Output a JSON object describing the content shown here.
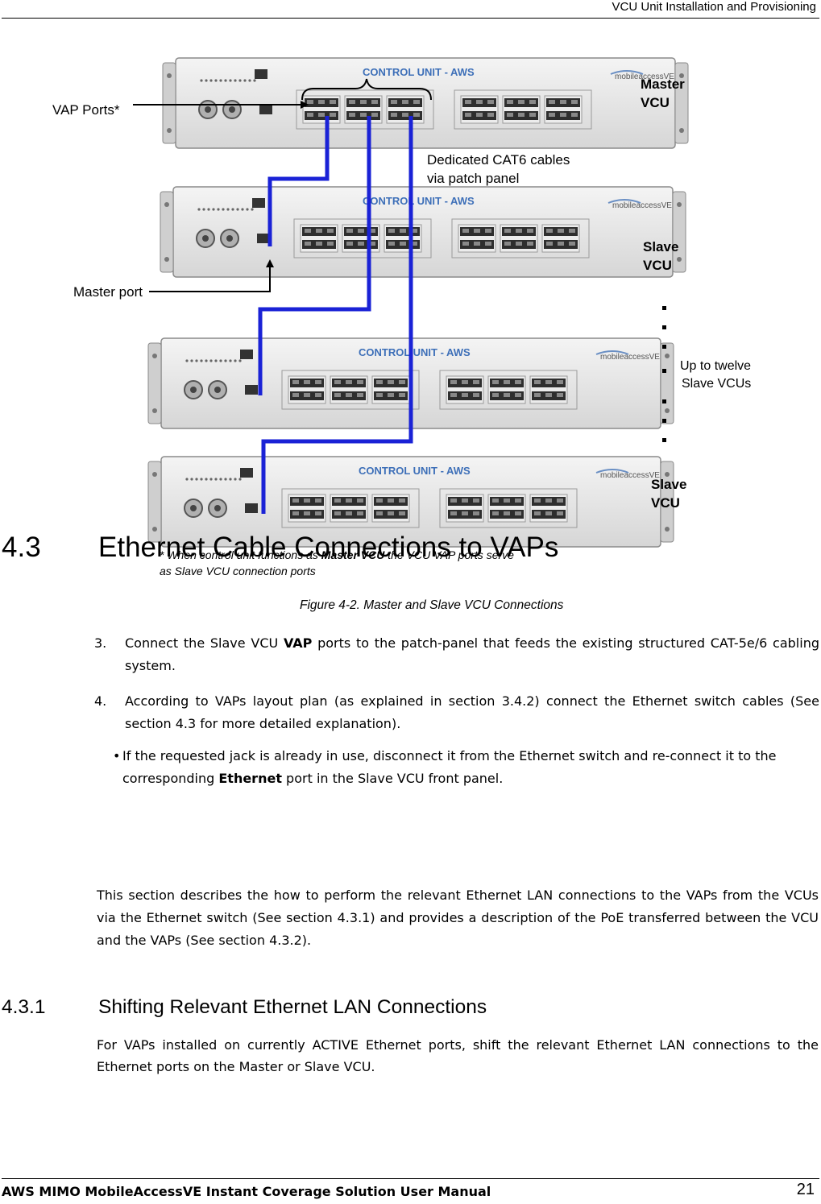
{
  "header": {
    "title": "VCU Unit Installation and Provisioning"
  },
  "figure": {
    "panel_title": "CONTROL UNIT - AWS",
    "brand": "mobileaccessVE",
    "callouts": {
      "vap_ports": "VAP Ports*",
      "cables_line1": "Dedicated CAT6 cables",
      "cables_line2": "via patch panel",
      "master_port": "Master port",
      "master_vcu_line1": "Master",
      "master_vcu_line2": "VCU",
      "slave_vcu_line1": "Slave",
      "slave_vcu_line2": "VCU",
      "up_to_line1": "Up to twelve",
      "up_to_line2": "Slave VCUs",
      "note_line1_a": "* When control unit functions as ",
      "note_line1_b": "Master VCU",
      "note_line1_c": " the VCU VAP ports serve",
      "note_line2": "as Slave VCU connection ports"
    },
    "caption": "Figure 4-2. Master and Slave VCU Connections"
  },
  "steps": [
    {
      "num": "3.",
      "pre": "Connect the Slave VCU ",
      "bold": "VAP",
      "post": " ports to the patch-panel that feeds the existing structured CAT-5e/6 cabling system."
    },
    {
      "num": "4.",
      "text": "According to VAPs layout plan (as explained in section 3.4.2) connect the Ethernet switch cables (See section 4.3 for more detailed explanation)."
    }
  ],
  "bullet": {
    "mark": "•",
    "pre": "If the requested jack is already in use, disconnect it from the Ethernet switch and re-connect it to the corresponding ",
    "bold": "Ethernet",
    "post": " port in the Slave VCU front panel."
  },
  "section": {
    "num": "4.3",
    "title": "Ethernet Cable Connections to VAPs",
    "body": "This section describes the how to perform the relevant Ethernet LAN connections to the VAPs from the VCUs via the Ethernet switch (See section 4.3.1) and provides a description of the PoE transferred between the VCU and the VAPs (See section 4.3.2)."
  },
  "subsection": {
    "num": "4.3.1",
    "title": "Shifting Relevant Ethernet LAN Connections",
    "body": "For VAPs installed on currently ACTIVE Ethernet ports, shift the relevant Ethernet LAN connections to the Ethernet ports on the Master or Slave VCU."
  },
  "footer": {
    "manual": "AWS MIMO MobileAccessVE Instant Coverage Solution User Manual",
    "page": "21"
  }
}
